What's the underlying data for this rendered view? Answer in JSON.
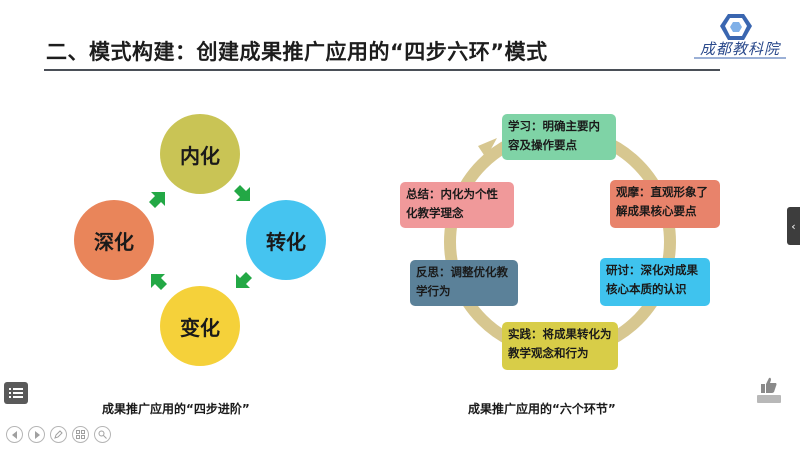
{
  "slide": {
    "title": "二、模式构建：创建成果推广应用的“四步六环”模式",
    "logo_text": "成都教科院"
  },
  "four_steps": {
    "nodes": [
      "内化",
      "转化",
      "变化",
      "深化"
    ],
    "caption": "成果推广应用的“四步进阶”",
    "colors": {
      "nei": "#c9c455",
      "zhuan": "#45c4f0",
      "bian": "#f5d13a",
      "shen": "#e9855a",
      "arrow": "#23a845"
    }
  },
  "six_links": {
    "items": [
      "学习：明确主要内容及操作要点",
      "观摩：直观形象了解成果核心要点",
      "研讨：深化对成果核心本质的认识",
      "实践：将成果转化为教学观念和行为",
      "反思：调整优化教学行为",
      "总结：内化为个性化教学理念"
    ],
    "caption": "成果推广应用的“六个环节”",
    "ring_color": "#d7c790"
  },
  "player": {
    "sidebar_toggle": "‹",
    "controls": [
      "previous-icon",
      "next-icon",
      "pen-icon",
      "grid-icon",
      "zoom-icon"
    ],
    "like_icon": "thumbs-up-icon"
  }
}
